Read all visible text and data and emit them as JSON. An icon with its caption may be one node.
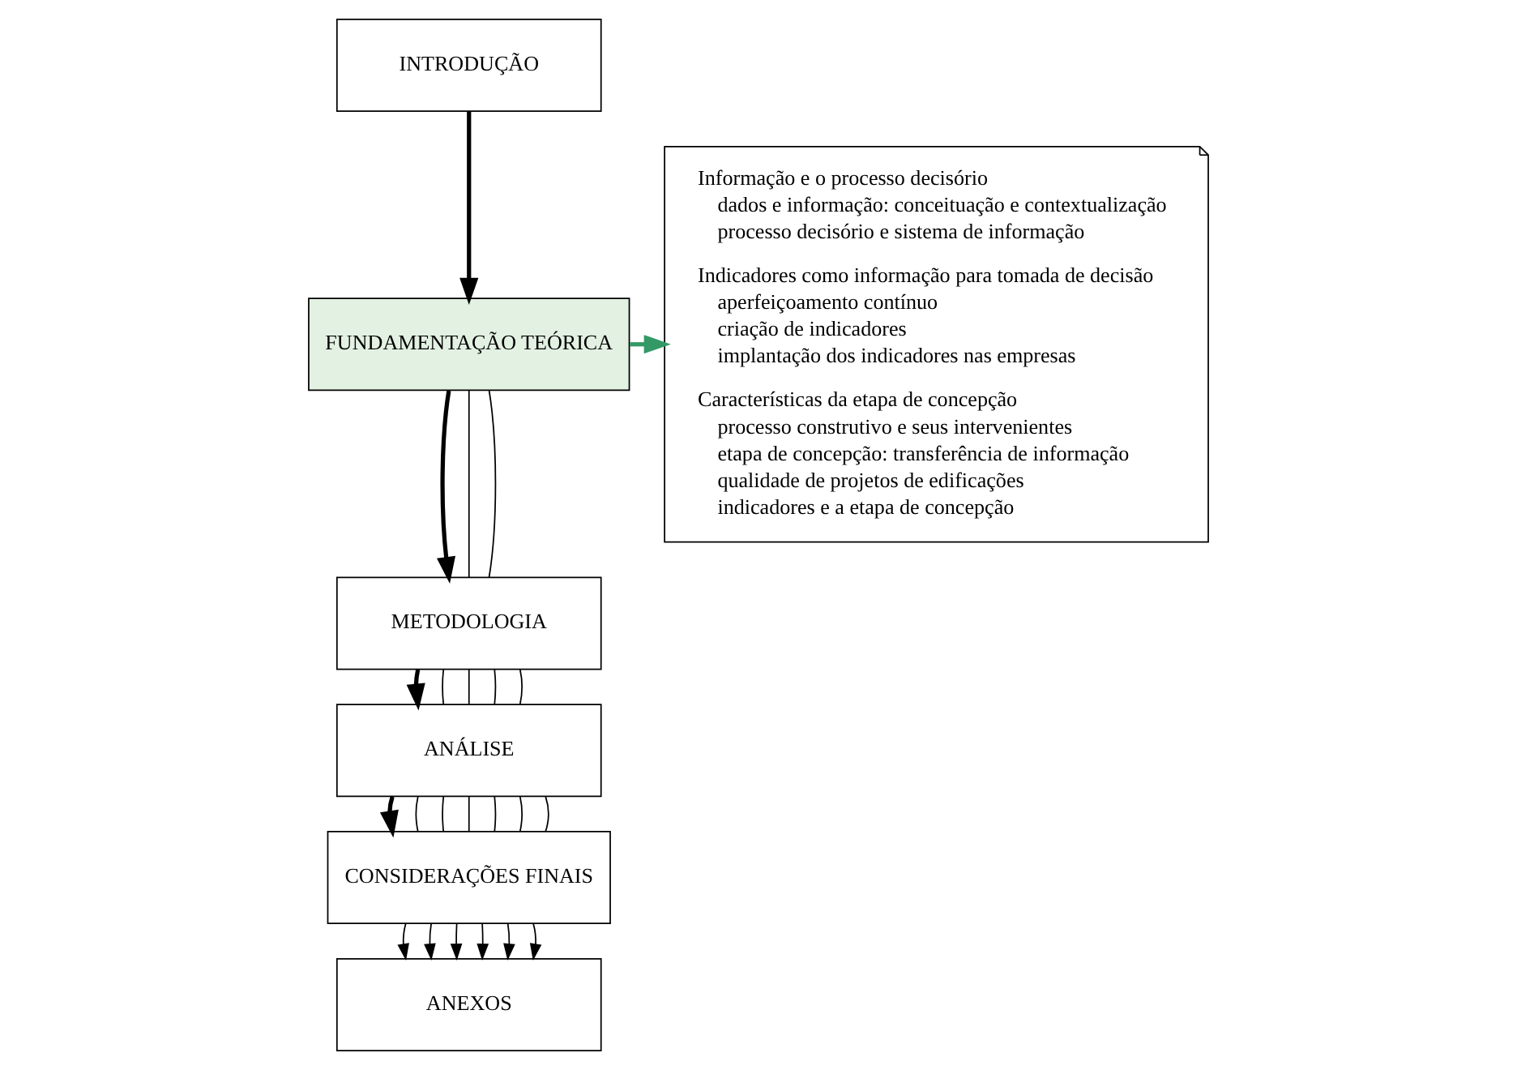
{
  "diagram": {
    "nodes": [
      {
        "text": [
          "INTRODUÇÃO"
        ]
      },
      {
        "text": [
          "FUNDAMENTAÇÃO TEÓRICA"
        ]
      },
      {
        "text": [
          "METODOLOGIA"
        ]
      },
      {
        "text": [
          "ANÁLISE"
        ]
      },
      {
        "text": [
          "CONSIDERAÇÕES FINAIS"
        ]
      },
      {
        "text": [
          "ANEXOS"
        ]
      },
      {
        "text": [
          "Informação e o processo decisório",
          "dados e informação: conceituação e contextualização",
          "processo decisório e sistema de informação",
          "Indicadores como informação para tomada de decisão",
          "aperfeiçoamento contínuo",
          "criação de indicadores",
          "implantação dos indicadores nas empresas",
          "Características da etapa de concepção",
          "processo construtivo e seus intervenientes",
          "etapa de concepção: transferência de informação",
          "qualidade de projetos de edificações",
          "indicadores e a etapa de concepção"
        ]
      }
    ],
    "edges": [
      {
        "from": 0,
        "to": 1,
        "arrow": "to",
        "style": "thick"
      },
      {
        "from": 1,
        "to": 6,
        "arrow": "to",
        "style": "thick",
        "color": "#339966"
      },
      {
        "from": 1,
        "to": 2,
        "arrow": "to",
        "style": "thick"
      },
      {
        "from": 1,
        "to": 2,
        "arrow": "none"
      },
      {
        "from": 1,
        "to": 2,
        "arrow": "none"
      },
      {
        "from": 2,
        "to": 3,
        "arrow": "to",
        "style": "thick"
      },
      {
        "from": 2,
        "to": 3,
        "arrow": "none"
      },
      {
        "from": 2,
        "to": 3,
        "arrow": "none"
      },
      {
        "from": 2,
        "to": 3,
        "arrow": "none"
      },
      {
        "from": 2,
        "to": 3,
        "arrow": "none"
      },
      {
        "from": 3,
        "to": 4,
        "arrow": "to",
        "style": "thick"
      },
      {
        "from": 3,
        "to": 4,
        "arrow": "none"
      },
      {
        "from": 3,
        "to": 4,
        "arrow": "none"
      },
      {
        "from": 3,
        "to": 4,
        "arrow": "none"
      },
      {
        "from": 3,
        "to": 4,
        "arrow": "none"
      },
      {
        "from": 3,
        "to": 4,
        "arrow": "none"
      },
      {
        "from": 3,
        "to": 4,
        "arrow": "none"
      },
      {
        "from": 4,
        "to": 5,
        "arrow": "to"
      },
      {
        "from": 4,
        "to": 5,
        "arrow": "to"
      },
      {
        "from": 4,
        "to": 5,
        "arrow": "to"
      },
      {
        "from": 4,
        "to": 5,
        "arrow": "to"
      },
      {
        "from": 4,
        "to": 5,
        "arrow": "to"
      },
      {
        "from": 4,
        "to": 5,
        "arrow": "to"
      }
    ]
  }
}
